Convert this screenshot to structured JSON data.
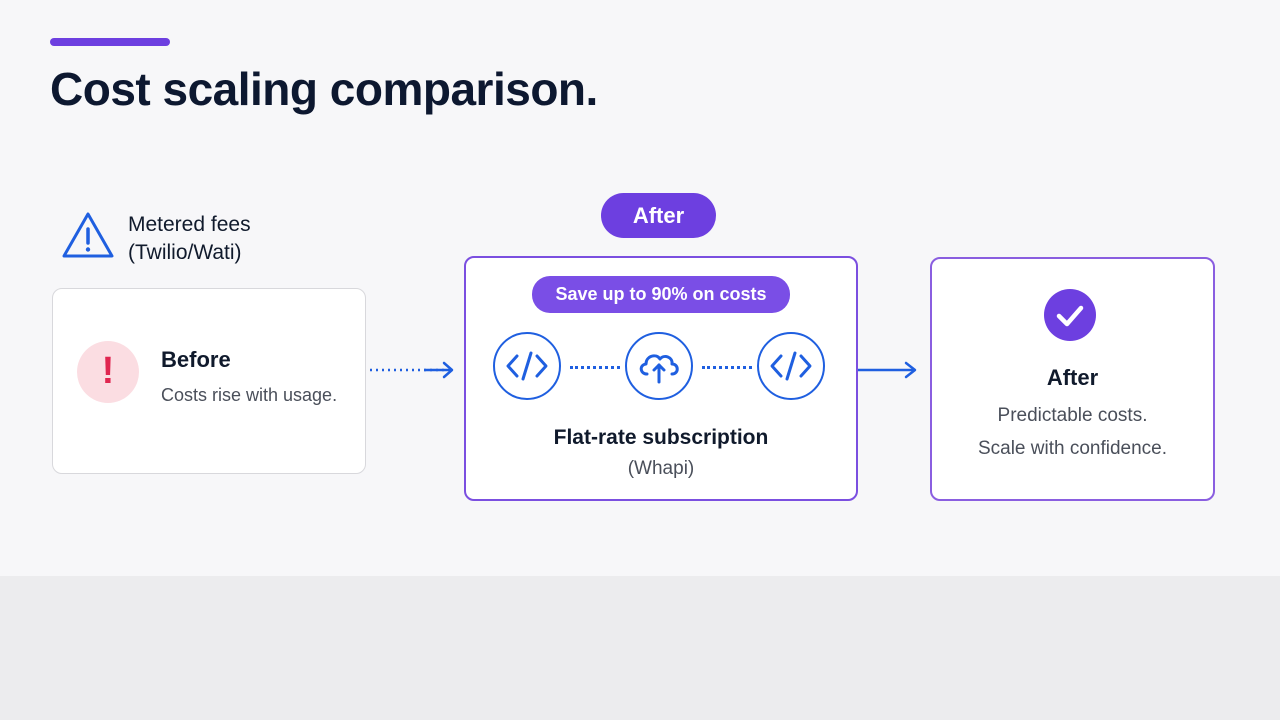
{
  "header": {
    "title": "Cost scaling comparison."
  },
  "metered": {
    "line1": "Metered fees",
    "line2": "(Twilio/Wati)"
  },
  "before_card": {
    "title": "Before",
    "subtitle": "Costs rise with usage."
  },
  "middle": {
    "badge": "After",
    "save_pill": "Save up to 90% on costs",
    "title": "Flat-rate subscription",
    "subtitle": "(Whapi)",
    "nodes": [
      "code-icon",
      "cloud-upload-icon",
      "code-icon"
    ]
  },
  "after_card": {
    "title": "After",
    "line1": "Predictable costs.",
    "line2": "Scale with confidence."
  },
  "colors": {
    "accent_purple": "#6d3fe0",
    "connector_blue": "#1f5fe0",
    "alert_red": "#e02650",
    "alert_bg": "#fbdde2"
  }
}
